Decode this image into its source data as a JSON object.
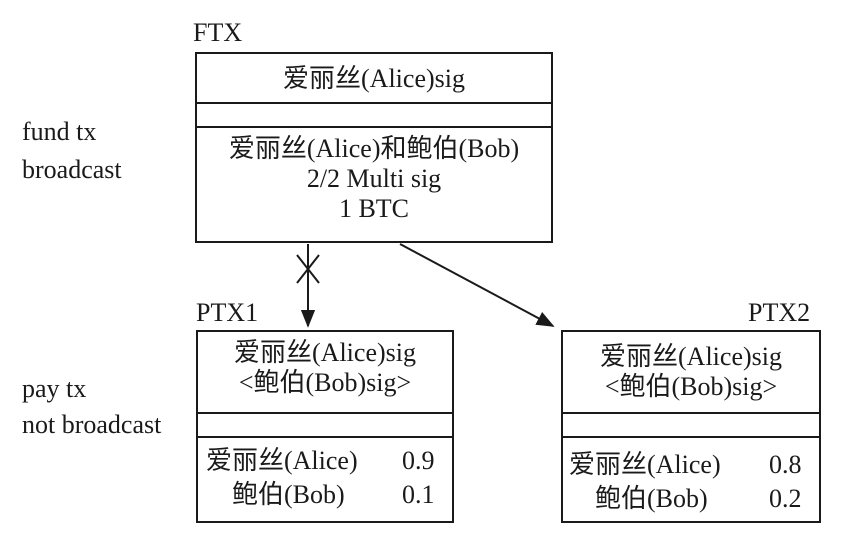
{
  "side_labels": {
    "fund": [
      "fund tx",
      "broadcast"
    ],
    "pay": [
      "pay tx",
      "not broadcast"
    ]
  },
  "ftx": {
    "title": "FTX",
    "input": "爱丽丝(Alice)sig",
    "output_lines": [
      "爱丽丝(Alice)和鲍伯(Bob)",
      "2/2 Multi sig",
      "1 BTC"
    ]
  },
  "ptx1": {
    "title": "PTX1",
    "input_lines": [
      "爱丽丝(Alice)sig",
      "<鲍伯(Bob)sig>"
    ],
    "outputs": [
      {
        "name": "爱丽丝(Alice)",
        "amount": "0.9"
      },
      {
        "name": "鲍伯(Bob)",
        "amount": "0.1"
      }
    ]
  },
  "ptx2": {
    "title": "PTX2",
    "input_lines": [
      "爱丽丝(Alice)sig",
      "<鲍伯(Bob)sig>"
    ],
    "outputs": [
      {
        "name": "爱丽丝(Alice)",
        "amount": "0.8"
      },
      {
        "name": "鲍伯(Bob)",
        "amount": "0.2"
      }
    ]
  },
  "colors": {
    "ink": "#1a1a1a",
    "background": "#ffffff"
  }
}
